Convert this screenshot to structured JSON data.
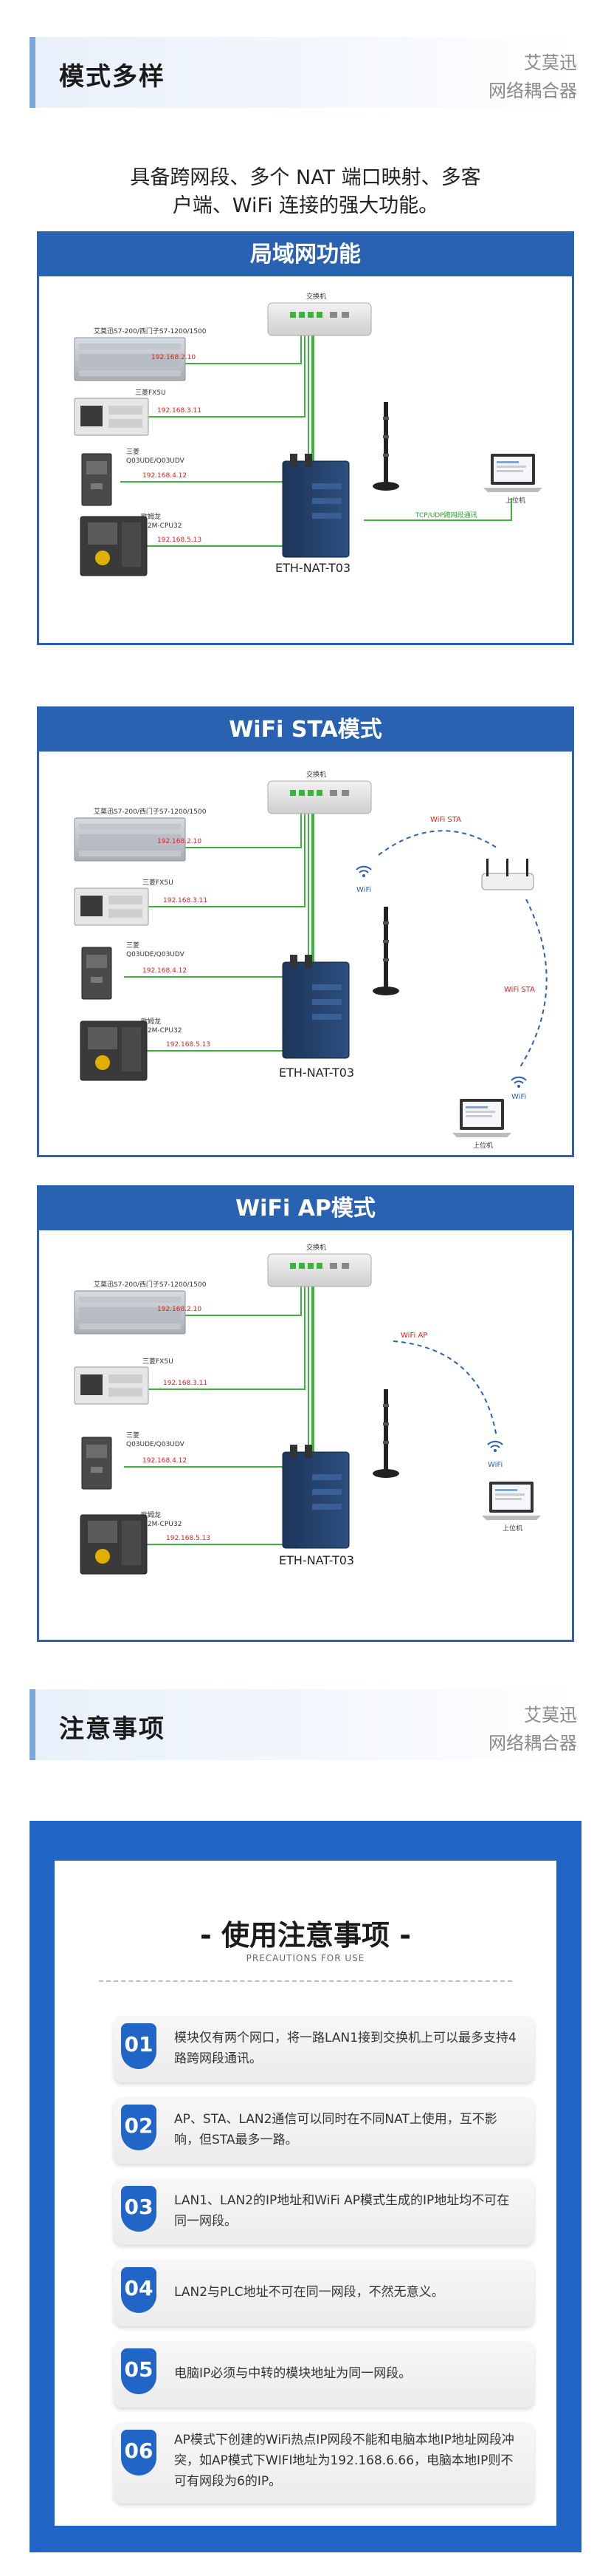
{
  "section1": {
    "title": "模式多样",
    "brand_line1": "艾莫迅",
    "brand_line2": "网络耦合器"
  },
  "intro": {
    "line1": "具备跨网段、多个 NAT 端口映射、多客",
    "line2": "户端、WiFi 连接的强大功能。"
  },
  "panels": [
    {
      "title": "局域网功能"
    },
    {
      "title": "WiFi STA模式"
    },
    {
      "title": "WiFi AP模式"
    }
  ],
  "diagram": {
    "plc1": "艾莫迅S7-200/西门子S7-1200/1500",
    "plc2": "三菱FX5U",
    "plc3_line1": "三菱",
    "plc3_line2": "Q03UDE/Q03UDV",
    "plc4_line1": "欧姆龙",
    "plc4_line2": "CJ2M-CPU32",
    "ip1": "192.168.2.10",
    "ip2": "192.168.3.11",
    "ip3": "192.168.4.12",
    "ip4": "192.168.5.13",
    "switch": "交换机",
    "device": "ETH-NAT-T03",
    "pc": "上位机",
    "tcp_label": "TCP/UDP跨网段通讯",
    "wifi": "WiFi",
    "wifi_sta": "WiFi STA",
    "wifi_ap": "WiFi AP"
  },
  "section2": {
    "title": "注意事项",
    "brand_line1": "艾莫迅",
    "brand_line2": "网络耦合器"
  },
  "notice": {
    "title": "- 使用注意事项 -",
    "subtitle": "PRECAUTIONS FOR USE",
    "items": [
      {
        "num": "01",
        "text": "模块仅有两个网口，将一路LAN1接到交换机上可以最多支持4路跨网段通讯。"
      },
      {
        "num": "02",
        "text": "AP、STA、LAN2通信可以同时在不同NAT上使用，互不影响，但STA最多一路。"
      },
      {
        "num": "03",
        "text": "LAN1、LAN2的IP地址和WiFi AP模式生成的IP地址均不可在同一网段。"
      },
      {
        "num": "04",
        "text": "LAN2与PLC地址不可在同一网段，不然无意义。"
      },
      {
        "num": "05",
        "text": "电脑IP必须与中转的模块地址为同一网段。"
      },
      {
        "num": "06",
        "text": "AP模式下创建的WiFi热点IP网段不能和电脑本地IP地址网段冲突，如AP模式下WIFI地址为192.168.6.66，电脑本地IP则不可有网段为6的IP。"
      }
    ]
  },
  "colors": {
    "accent": "#2166c6",
    "panel_border": "#2a62b2",
    "ip_red": "#e02020",
    "link_green": "#3cb43c"
  }
}
